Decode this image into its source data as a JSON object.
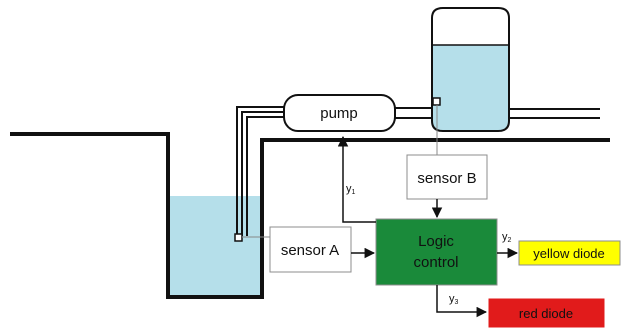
{
  "pump": {
    "label": "pump"
  },
  "sensor_a": {
    "label": "sensor A"
  },
  "sensor_b": {
    "label": "sensor B"
  },
  "logic": {
    "line1": "Logic",
    "line2": "control"
  },
  "outputs": {
    "y1": {
      "letter": "y",
      "index": "1"
    },
    "y2": {
      "letter": "y",
      "index": "2"
    },
    "y3": {
      "letter": "y",
      "index": "3"
    }
  },
  "yellow_diode": {
    "label": "yellow diode"
  },
  "red_diode": {
    "label": "red diode"
  },
  "colors": {
    "water": "#b5dfea",
    "logic_fill": "#1a8a3a",
    "yellow_fill": "#ffff00",
    "red_fill": "#e11b1b",
    "line": "#111111",
    "box_border": "#8c8c8c"
  }
}
